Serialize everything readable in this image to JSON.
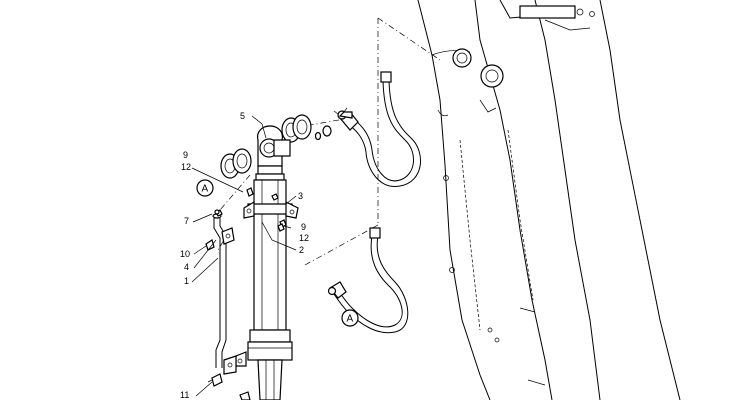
{
  "callouts": {
    "c1": "1",
    "c2": "2",
    "c3": "3",
    "c4": "4",
    "c5": "5",
    "c7": "7",
    "c9a": "9",
    "c9b": "9",
    "c10": "10",
    "c11": "11",
    "c12a": "12",
    "c12b": "12"
  },
  "markers": {
    "a_left": "A",
    "a_hose": "A"
  }
}
